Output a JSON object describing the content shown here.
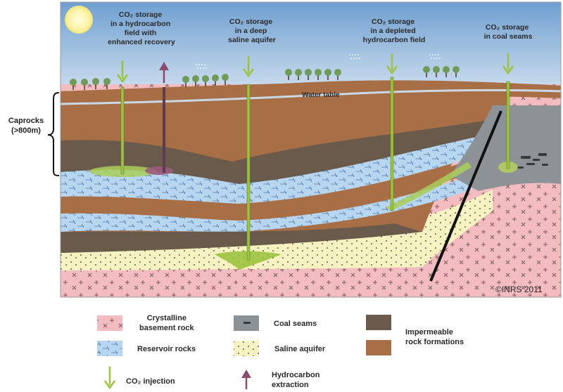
{
  "labels": {
    "storage_hydrocarbon": [
      "CO₂ storage",
      "in a hydrocarbon",
      "field with",
      "enhanced recovery"
    ],
    "storage_saline": [
      "CO₂ storage",
      "in a deep",
      "saline aquifer"
    ],
    "storage_depleted": [
      "CO₂ storage",
      "in a depleted",
      "hydrocarbon field"
    ],
    "storage_coal": [
      "CO₂ storage",
      "in coal seams"
    ],
    "water_table": "Water table",
    "caprocks": [
      "Caprocks",
      "(>800m)"
    ],
    "copyright": "©INRS 2011"
  },
  "legend": {
    "crystalline": [
      "Crystalline",
      "basement rock"
    ],
    "reservoir": "Reservoir rocks",
    "coal": "Coal seams",
    "saline": "Saline aquifer",
    "impermeable": [
      "Impermeable",
      "rock formations"
    ],
    "co2_injection": "CO₂ injection",
    "hydrocarbon_extraction": [
      "Hydrocarbon",
      "extraction"
    ]
  },
  "colors": {
    "sky_top": "#6f9fd0",
    "sky_bottom": "#e6eef6",
    "surface_brown": "#a86f47",
    "dark_brown": "#6a5a4b",
    "reservoir_blue": "#b8d6f0",
    "saline_yellow": "#f7f2c2",
    "basement_pink": "#f2bcc0",
    "coal_grey": "#8c9296",
    "co2_green": "#9bc33f",
    "extraction_purple": "#7d4566",
    "fault_black": "#111111"
  }
}
